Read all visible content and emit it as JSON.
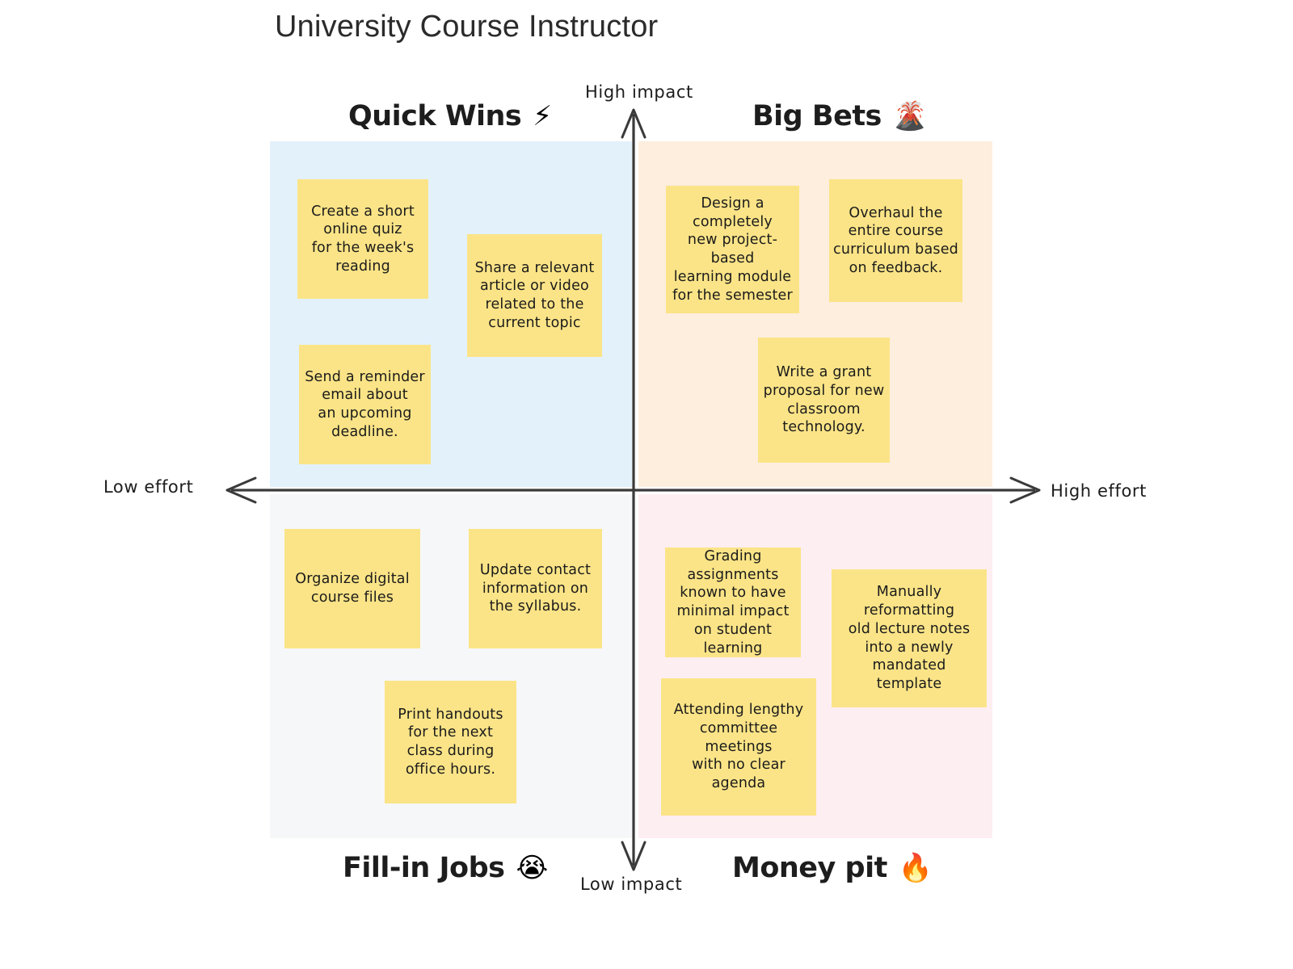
{
  "title": "University Course Instructor",
  "axes": {
    "top_label": "High impact",
    "bottom_label": "Low impact",
    "left_label": "Low effort",
    "right_label": "High effort"
  },
  "colors": {
    "quadrant_quick_wins_bg": "#e3f1fb",
    "quadrant_big_bets_bg": "#fdeede",
    "quadrant_fill_in_jobs_bg": "#f6f7f9",
    "quadrant_money_pit_bg": "#fdeef2",
    "sticky_note": "#fbe487",
    "axis_line": "#3a3a3a",
    "title_text": "#2b2b2b"
  },
  "quadrants": [
    {
      "id": "quick-wins",
      "label": "Quick Wins",
      "emoji": "⚡",
      "emoji_name": "lightning-bolt-emoji",
      "notes": [
        {
          "text": "Create a short\nonline quiz\nfor the week's\nreading"
        },
        {
          "text": "Share a relevant\narticle or video\nrelated to the\ncurrent topic"
        },
        {
          "text": "Send a reminder\nemail about\nan upcoming\ndeadline."
        }
      ]
    },
    {
      "id": "big-bets",
      "label": "Big Bets",
      "emoji": "🌋",
      "emoji_name": "volcano-emoji",
      "notes": [
        {
          "text": "Design a completely\nnew project-based\nlearning module\nfor the semester"
        },
        {
          "text": "Overhaul the\nentire  course\ncurriculum based\non feedback."
        },
        {
          "text": "Write a grant\nproposal for new\nclassroom\ntechnology."
        }
      ]
    },
    {
      "id": "fill-in-jobs",
      "label": "Fill-in Jobs",
      "emoji": "😭",
      "emoji_name": "loudly-crying-face-emoji",
      "notes": [
        {
          "text": "Organize digital\ncourse files"
        },
        {
          "text": "Update contact\ninformation on\nthe syllabus."
        },
        {
          "text": "Print handouts\nfor the next\nclass during\noffice hours."
        }
      ]
    },
    {
      "id": "money-pit",
      "label": "Money pit",
      "emoji": "🔥",
      "emoji_name": "money-on-fire-emoji",
      "notes": [
        {
          "text": "Grading assignments\nknown to have\nminimal impact\non student\nlearning"
        },
        {
          "text": "Manually reformatting\nold lecture notes\ninto a newly mandated\ntemplate"
        },
        {
          "text": "Attending lengthy\ncommittee meetings\nwith no clear agenda"
        }
      ]
    }
  ]
}
